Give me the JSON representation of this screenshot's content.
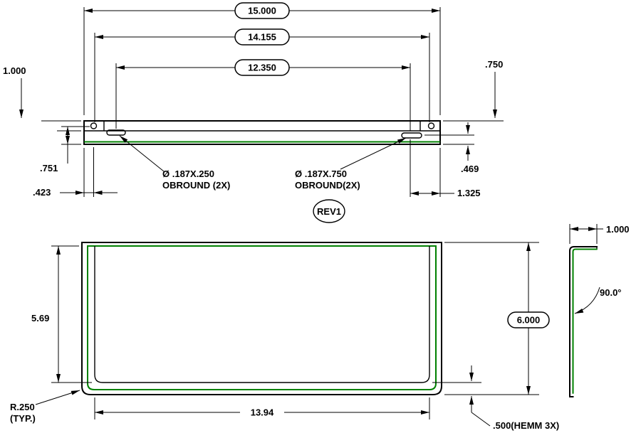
{
  "colors": {
    "ink": "#000000",
    "bend_line": "#008000",
    "paper": "#ffffff"
  },
  "top_view": {
    "dim_overall_width": "15.000",
    "dim_hole_span": "14.155",
    "dim_slot_span": "12.350",
    "dim_left_height": "1.000",
    "dim_left_depth": ".751",
    "dim_left_offset": ".423",
    "dim_right_height": ".750",
    "dim_right_depth": ".469",
    "dim_right_offset": "1.325",
    "callout_left_slot_line1": "Ø .187X.250",
    "callout_left_slot_line2": "OBROUND (2X)",
    "callout_right_slot_line1": "Ø .187X.750",
    "callout_right_slot_line2": "OBROUND(2X)",
    "rev_label": "REV1"
  },
  "front_view": {
    "dim_inner_height": "5.69",
    "dim_overall_height": "6.000",
    "dim_inner_width": "13.94",
    "callout_radius_line1": "R.250",
    "callout_radius_line2": "(TYP.)",
    "callout_hem": ".500(HEMM 3X)"
  },
  "side_view": {
    "dim_flange_width": "1.000",
    "dim_bend_angle": "90.0°"
  }
}
